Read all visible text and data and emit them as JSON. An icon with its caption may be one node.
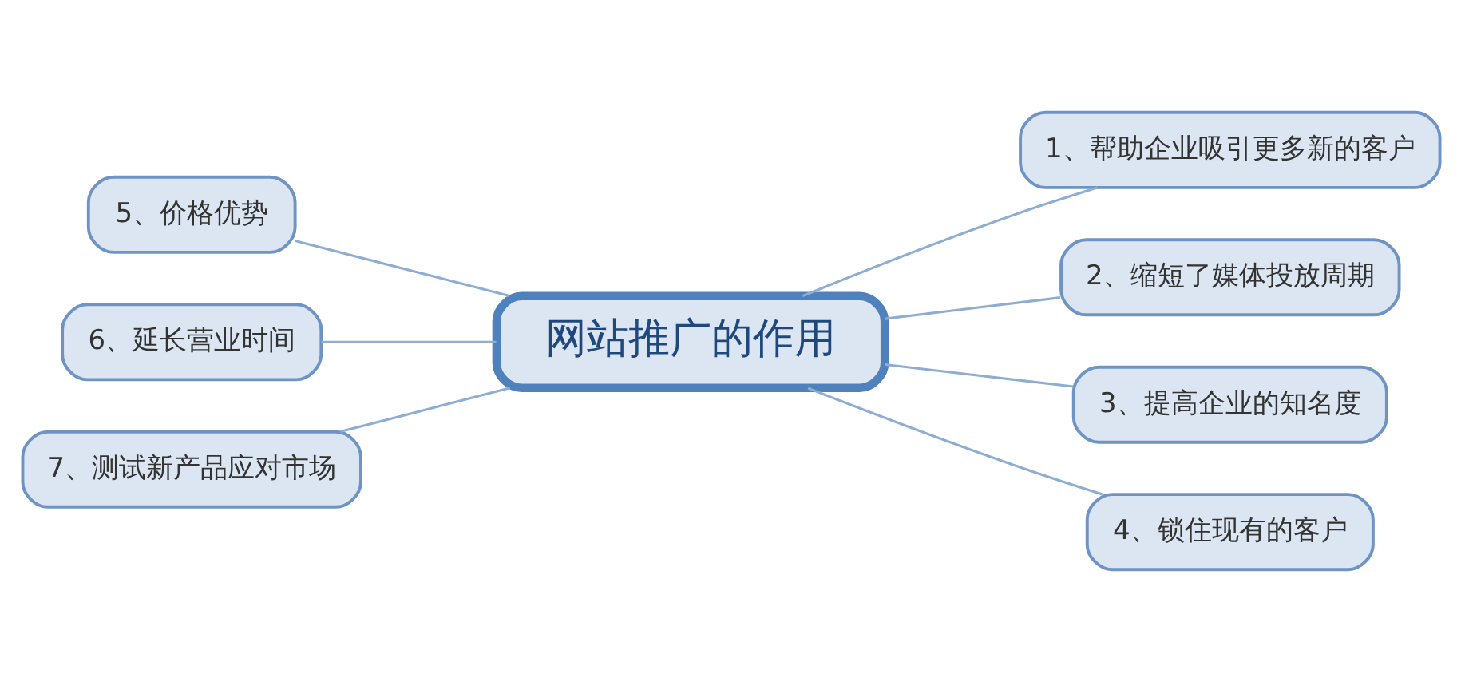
{
  "diagram": {
    "nodes": [
      {
        "text": [
          "网站推广的作用"
        ]
      },
      {
        "text": [
          "1、帮助企业吸引更多新的客户"
        ]
      },
      {
        "text": [
          "2、缩短了媒体投放周期"
        ]
      },
      {
        "text": [
          "3、提高企业的知名度"
        ]
      },
      {
        "text": [
          "4、锁住现有的客户"
        ]
      },
      {
        "text": [
          "5、价格优势"
        ]
      },
      {
        "text": [
          "6、延长营业时间"
        ]
      },
      {
        "text": [
          "7、测试新产品应对市场"
        ]
      }
    ],
    "edges": [
      {
        "from": 0,
        "to": 1,
        "arrow": "none"
      },
      {
        "from": 0,
        "to": 2,
        "arrow": "none"
      },
      {
        "from": 0,
        "to": 3,
        "arrow": "none"
      },
      {
        "from": 0,
        "to": 4,
        "arrow": "none"
      },
      {
        "from": 5,
        "to": 0,
        "arrow": "none"
      },
      {
        "from": 6,
        "to": 0,
        "arrow": "none"
      },
      {
        "from": 7,
        "to": 0,
        "arrow": "none"
      }
    ]
  }
}
